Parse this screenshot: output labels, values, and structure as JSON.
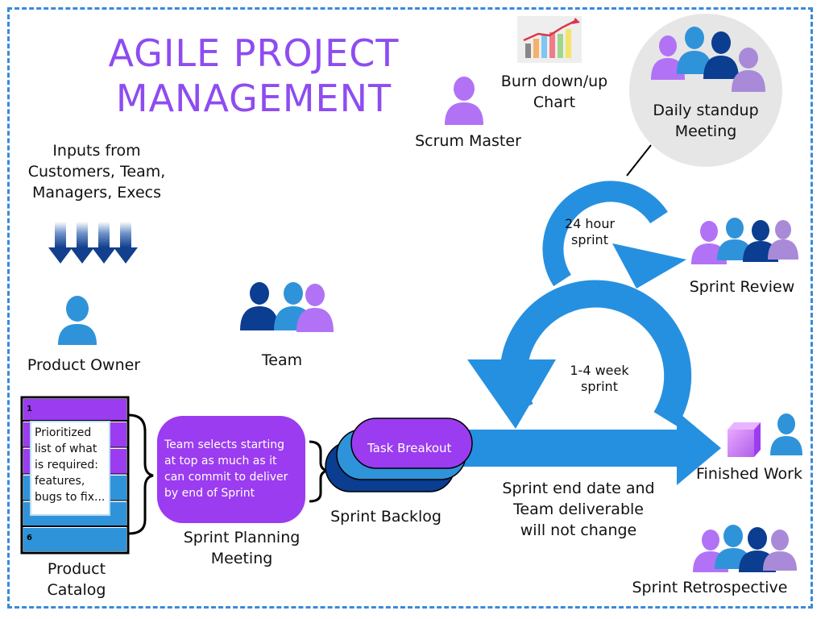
{
  "title": {
    "line1": "AGILE PROJECT",
    "line2": "MANAGEMENT"
  },
  "inputs": {
    "line1": "Inputs from",
    "line2": "Customers, Team,",
    "line3": "Managers, Execs"
  },
  "product_owner": "Product Owner",
  "team": "Team",
  "product_catalog": {
    "line1": "Product",
    "line2": "Catalog",
    "first_index": "1",
    "last_index": "6",
    "note": [
      "Prioritized",
      "list of what",
      "is required:",
      "features,",
      "bugs to fix..."
    ]
  },
  "sprint_planning": {
    "bubble": [
      "Team selects starting",
      "at top as much as it",
      "can commit to deliver",
      "by end  of Sprint"
    ],
    "line1": "Sprint Planning",
    "line2": "Meeting"
  },
  "sprint_backlog": {
    "label": "Sprint Backlog",
    "task": "Task Breakout"
  },
  "scrum_master": "Scrum Master",
  "burndown": {
    "line1": "Burn down/up",
    "line2": "Chart"
  },
  "daily_standup": {
    "line1": "Daily standup",
    "line2": "Meeting"
  },
  "cycle_24": {
    "line1": "24 hour",
    "line2": "sprint"
  },
  "cycle_week": {
    "line1": "1-4 week",
    "line2": "sprint"
  },
  "sprint_review": "Sprint Review",
  "finished_work": "Finished Work",
  "sprint_end": {
    "line1": "Sprint end date and",
    "line2": "Team deliverable",
    "line3": "will not change"
  },
  "sprint_retro": "Sprint Retrospective",
  "colors": {
    "title": "#8e4cf0",
    "arrow_blue": "#2690e0",
    "dark_blue": "#0b3d91",
    "mid_blue": "#2f93da",
    "purple": "#b272f5",
    "violet": "#9b3cf0",
    "lavender": "#a98ad8",
    "border": "#3a8ad8"
  }
}
